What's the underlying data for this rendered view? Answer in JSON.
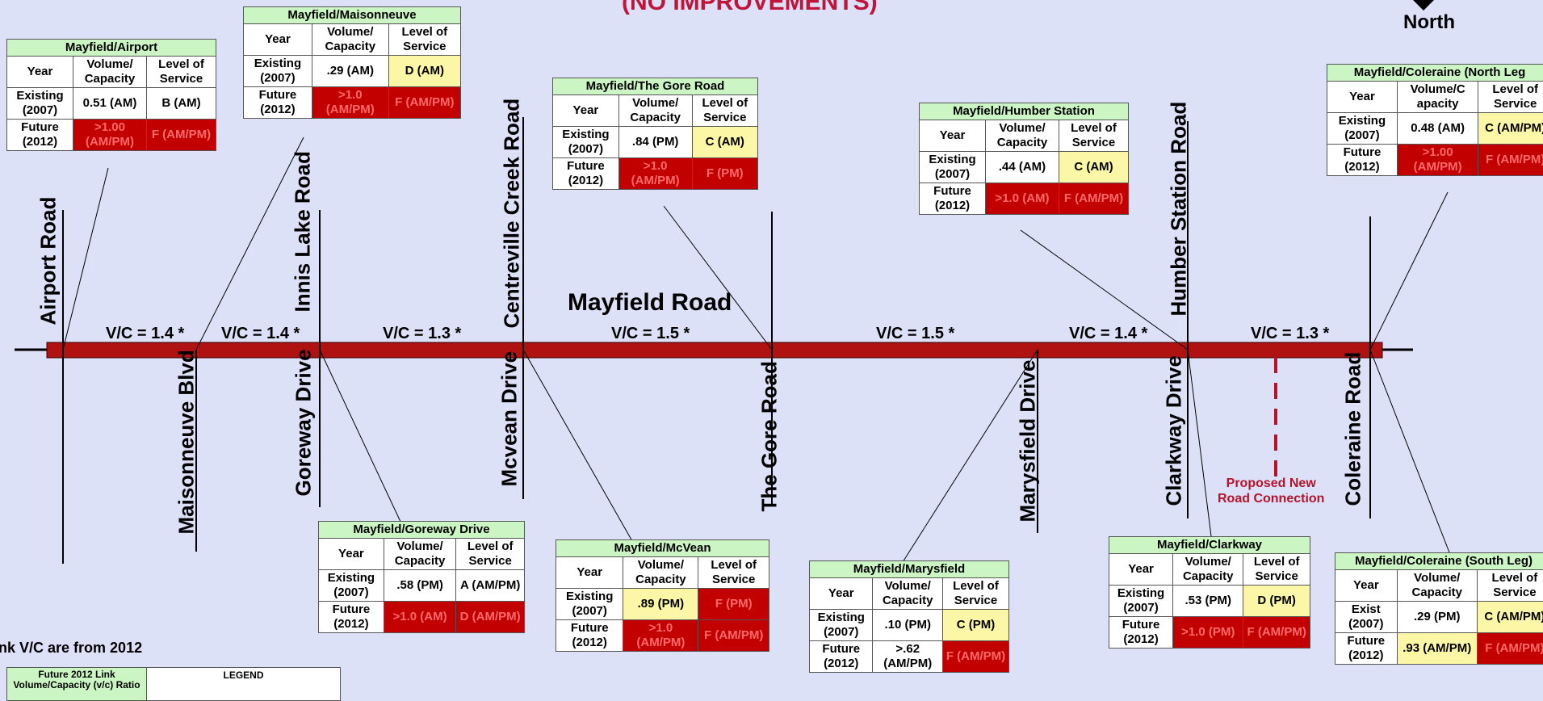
{
  "title": "(NO IMPROVEMENTS)",
  "north": "North",
  "main_road": "Mayfield Road",
  "proposed": "Proposed New\nRoad Connection",
  "note": "nk V/C are from 2012",
  "legend": {
    "link": "Future 2012 Link Volume/Capacity (v/c) Ratio",
    "title": "LEGEND"
  },
  "roads_north": [
    "Airport Road",
    "Innis Lake Road",
    "Centreville Creek Road",
    "Humber Station Road"
  ],
  "roads_south": [
    "Maisonneuve Blvd",
    "Goreway Drive",
    "Mcvean Drive",
    "The Gore Road",
    "Marysfield Drive",
    "Clarkway Drive",
    "Coleraine Road"
  ],
  "vc_labels": [
    "V/C = 1.4 *",
    "V/C = 1.4 *",
    "V/C = 1.3 *",
    "V/C = 1.5 *",
    "V/C = 1.5 *",
    "V/C = 1.4 *",
    "V/C = 1.3 *"
  ],
  "headers": {
    "year": "Year",
    "vc": "Volume/ Capacity",
    "los": "Level of Service"
  },
  "intersections": [
    {
      "title": "Mayfield/Airport",
      "rows": [
        {
          "year": "Existing (2007)",
          "vc": "0.51 (AM)",
          "los": "B (AM)",
          "vc_c": "",
          "los_c": ""
        },
        {
          "year": "Future (2012)",
          "vc": ">1.00 (AM/PM)",
          "los": "F (AM/PM)",
          "vc_c": "r",
          "los_c": "r"
        }
      ]
    },
    {
      "title": "Mayfield/Maisonneuve",
      "rows": [
        {
          "year": "Existing (2007)",
          "vc": ".29 (AM)",
          "los": "D (AM)",
          "vc_c": "",
          "los_c": "y"
        },
        {
          "year": "Future (2012)",
          "vc": ">1.0 (AM/PM)",
          "los": "F (AM/PM)",
          "vc_c": "r",
          "los_c": "r"
        }
      ]
    },
    {
      "title": "Mayfield/The Gore Road",
      "rows": [
        {
          "year": "Existing (2007)",
          "vc": ".84 (PM)",
          "los": "C (AM)",
          "vc_c": "",
          "los_c": "y"
        },
        {
          "year": "Future (2012)",
          "vc": ">1.0 (AM/PM)",
          "los": "F (PM)",
          "vc_c": "r",
          "los_c": "r"
        }
      ]
    },
    {
      "title": "Mayfield/Humber Station",
      "rows": [
        {
          "year": "Existing (2007)",
          "vc": ".44 (AM)",
          "los": "C (AM)",
          "vc_c": "",
          "los_c": "y"
        },
        {
          "year": "Future (2012)",
          "vc": ">1.0 (AM)",
          "los": "F (AM/PM)",
          "vc_c": "r",
          "los_c": "r"
        }
      ]
    },
    {
      "title": "Mayfield/Coleraine (North Leg",
      "vc_header": "Volume/C apacity",
      "rows": [
        {
          "year": "Existing (2007)",
          "vc": "0.48 (AM)",
          "los": "C (AM/PM)",
          "vc_c": "",
          "los_c": "y"
        },
        {
          "year": "Future (2012)",
          "vc": ">1.00 (AM/PM)",
          "los": "F (AM/PM)",
          "vc_c": "r",
          "los_c": "r"
        }
      ]
    },
    {
      "title": "Mayfield/Goreway Drive",
      "rows": [
        {
          "year": "Existing (2007)",
          "vc": ".58 (PM)",
          "los": "A (AM/PM)",
          "vc_c": "",
          "los_c": ""
        },
        {
          "year": "Future (2012)",
          "vc": ">1.0 (AM)",
          "los": "D (AM/PM)",
          "vc_c": "r",
          "los_c": "r"
        }
      ]
    },
    {
      "title": "Mayfield/McVean",
      "rows": [
        {
          "year": "Existing (2007)",
          "vc": ".89 (PM)",
          "los": "F (PM)",
          "vc_c": "y",
          "los_c": "r"
        },
        {
          "year": "Future (2012)",
          "vc": ">1.0 (AM/PM)",
          "los": "F (AM/PM)",
          "vc_c": "r",
          "los_c": "r"
        }
      ]
    },
    {
      "title": "Mayfield/Marysfield",
      "rows": [
        {
          "year": "Existing (2007)",
          "vc": ".10 (PM)",
          "los": "C (PM)",
          "vc_c": "",
          "los_c": "y"
        },
        {
          "year": "Future (2012)",
          "vc": ">.62 (AM/PM)",
          "los": "F (AM/PM)",
          "vc_c": "",
          "los_c": "r"
        }
      ]
    },
    {
      "title": "Mayfield/Clarkway",
      "rows": [
        {
          "year": "Existing (2007)",
          "vc": ".53 (PM)",
          "los": "D (PM)",
          "vc_c": "",
          "los_c": "y"
        },
        {
          "year": "Future (2012)",
          "vc": ">1.0 (PM)",
          "los": "F (AM/PM)",
          "vc_c": "r",
          "los_c": "r"
        }
      ]
    },
    {
      "title": "Mayfield/Coleraine (South Leg)",
      "rows": [
        {
          "year": "Exist (2007)",
          "vc": ".29 (PM)",
          "los": "C (AM/PM)",
          "vc_c": "",
          "los_c": "y"
        },
        {
          "year": "Future (2012)",
          "vc": ".93 (AM/PM)",
          "los": "F (AM/PM)",
          "vc_c": "y",
          "los_c": "r"
        }
      ]
    }
  ]
}
